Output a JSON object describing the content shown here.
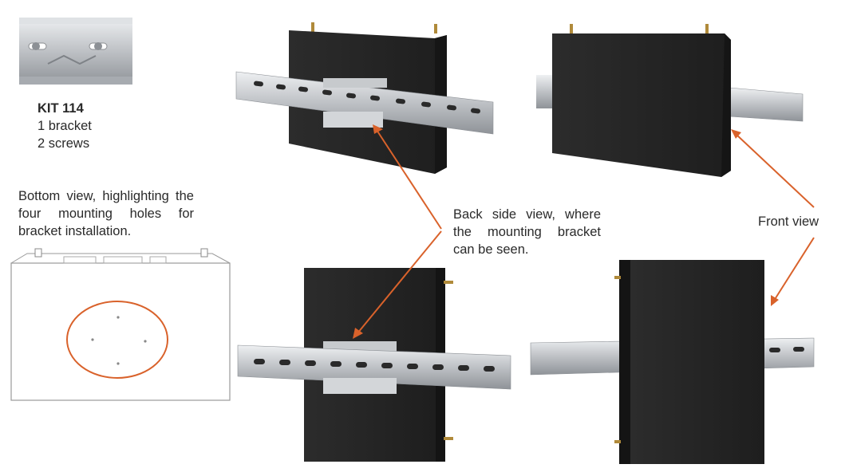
{
  "kit": {
    "title": "KIT 114",
    "lines": [
      "1 bracket",
      "2 screws"
    ]
  },
  "captions": {
    "bottom_view": "Bottom view, highlighting the four mounting holes for bracket installation.",
    "back_view": "Back side view, where the mounting bracket can be seen.",
    "front_view": "Front view"
  },
  "colors": {
    "accent": "#d9622b",
    "device_body": "#262626",
    "rail_metal": "#b9bcc0"
  }
}
